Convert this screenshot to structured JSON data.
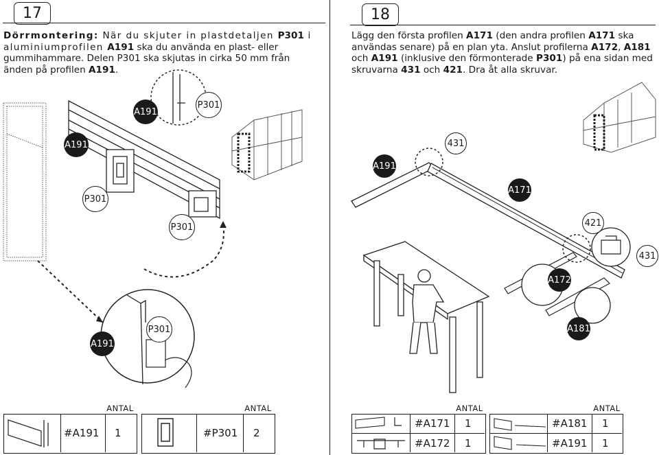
{
  "step17": {
    "number": "17",
    "title": "Dörrmontering:",
    "text_a": " När du skjuter in plastdetaljen ",
    "p301": "P301",
    "text_b": " i aluminiumprofilen ",
    "a191": "A191",
    "text_c": " ska du använda en plast- eller gummihammare. Delen P301 ska skjutas in cirka 50 mm från änden på profilen ",
    "a191_end": "A191",
    "text_end": ".",
    "callouts": {
      "a191_top": "A191",
      "p301_top": "P301",
      "a191_left": "A191",
      "p301_left": "P301",
      "p301_mid": "P301",
      "a191_zoom": "A191",
      "p301_zoom": "P301"
    }
  },
  "step18": {
    "number": "18",
    "text_a": "Lägg den första profilen ",
    "a171": "A171",
    "text_b": " (den andra profilen ",
    "a171b": "A171",
    "text_c": " ska användas senare) på en plan yta. Anslut profilerna ",
    "a172": "A172",
    "comma": ", ",
    "a181": "A181",
    "och": " och ",
    "a191": "A191",
    "text_d": " (inklusive den förmonterade ",
    "p301": "P301",
    "text_e": ") på ena sidan med skruvarna ",
    "s431": "431",
    "and2": " och ",
    "s421": "421",
    "text_f": ". Dra åt alla skruvar.",
    "callouts": {
      "c431a": "431",
      "c431b": "431",
      "a191": "A191",
      "a171": "A171",
      "c421": "421",
      "a172": "A172",
      "a181": "A181"
    }
  },
  "parts_lists": {
    "antal_label": "ANTAL",
    "left": [
      {
        "code": "#A191",
        "qty": "1"
      },
      {
        "code": "#P301",
        "qty": "2"
      }
    ],
    "right": [
      {
        "code": "#A171",
        "qty": "1"
      },
      {
        "code": "#A172",
        "qty": "1"
      },
      {
        "code": "#A181",
        "qty": "1"
      },
      {
        "code": "#A191",
        "qty": "1"
      }
    ]
  }
}
